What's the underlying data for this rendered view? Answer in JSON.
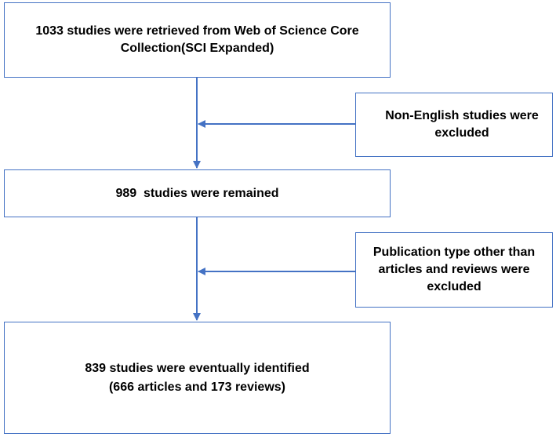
{
  "boxes": {
    "retrieved": "1033 studies were retrieved from Web of Science Core Collection(SCI Expanded)",
    "remained": "989  studies were remained",
    "identified_line1": "839 studies were eventually identified",
    "identified_line2": "(666 articles and 173 reviews)"
  },
  "exclusions": {
    "non_english": "Non-English studies were excluded",
    "publication_type": "Publication type other than articles and reviews were excluded"
  },
  "colors": {
    "accent": "#4472c4",
    "text": "#000000"
  }
}
